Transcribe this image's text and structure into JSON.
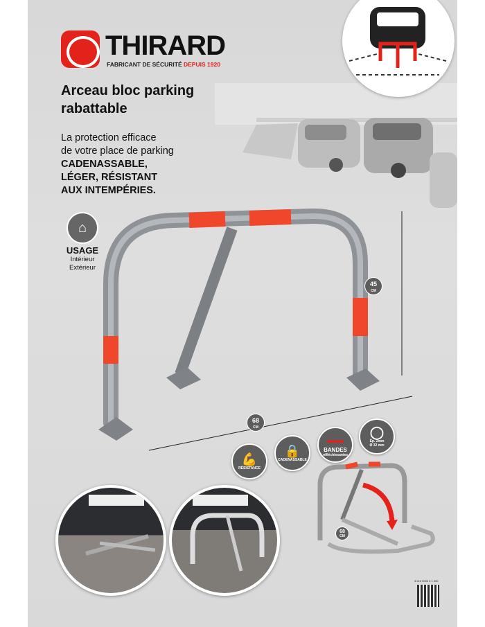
{
  "brand": {
    "name": "THIRARD",
    "tagline": "FABRICANT DE SÉCURITÉ",
    "tagline_accent": "DEPUIS 1920",
    "color": "#e3231b"
  },
  "product": {
    "title": "Arceau bloc parking rabattable"
  },
  "description": {
    "lines": [
      "La protection efficace",
      "de votre place de parking"
    ],
    "highlights": [
      "CADENASSABLE,",
      "LÉGER, RÉSISTANT",
      "AUX INTEMPÉRIES."
    ]
  },
  "usage": {
    "icon": "house-weather-icon",
    "label": "USAGE",
    "lines": [
      "Intérieur",
      "Extérieur"
    ]
  },
  "dimensions": {
    "height": "45",
    "width": "68",
    "fold_width": "68",
    "unit": "CM"
  },
  "features": [
    {
      "icon": "muscle-arm-icon",
      "label": "RÉSISTANCE"
    },
    {
      "icon": "padlock-icon",
      "label": "CADENASSABLE"
    },
    {
      "icon": "reflector-icon",
      "label": "BANDES",
      "sub": "réfléchissantes"
    },
    {
      "icon": "tube-section-icon",
      "label": "Ép. 2mm",
      "sub": "Ø 32 mm"
    }
  ],
  "colors": {
    "accent": "#e3231b",
    "stripe": "#f0462b",
    "metal": "#9a9da2",
    "background": "#dcdcdc"
  },
  "barcode_text": "3 210 9000 0 1 000"
}
